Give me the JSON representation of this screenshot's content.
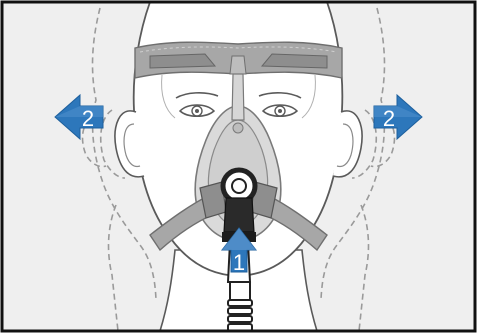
{
  "illustration": {
    "subject": "mask-fitting-instruction",
    "steps": [
      {
        "number": "1",
        "direction": "up"
      },
      {
        "number": "2",
        "direction": "left"
      },
      {
        "number": "2",
        "direction": "right"
      }
    ],
    "colors": {
      "background": "#efefef",
      "frame": "#111111",
      "outline": "#5a5a5a",
      "skin": "#ffffff",
      "headgear": "#a7a7a7",
      "headgear_dark": "#8e8e8e",
      "mask_frame": "#d6d6d6",
      "elbow": "#222222",
      "blue_arrow": "#2d77bb",
      "blue_arrow_light": "#4c8fcc",
      "ghost_outline": "#9a9a9a"
    }
  }
}
